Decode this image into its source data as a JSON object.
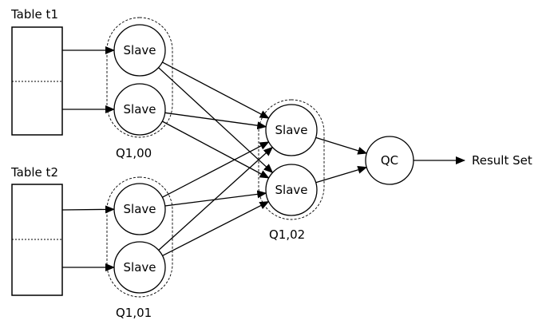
{
  "tables": [
    {
      "id": "t1",
      "label": "Table t1"
    },
    {
      "id": "t2",
      "label": "Table t2"
    }
  ],
  "groups": [
    {
      "id": "g00",
      "label": "Q1,00"
    },
    {
      "id": "g01",
      "label": "Q1,01"
    },
    {
      "id": "g02",
      "label": "Q1,02"
    }
  ],
  "nodes": [
    {
      "id": "s00a",
      "label": "Slave"
    },
    {
      "id": "s00b",
      "label": "Slave"
    },
    {
      "id": "s01a",
      "label": "Slave"
    },
    {
      "id": "s01b",
      "label": "Slave"
    },
    {
      "id": "s02a",
      "label": "Slave"
    },
    {
      "id": "s02b",
      "label": "Slave"
    },
    {
      "id": "qc",
      "label": "QC"
    }
  ],
  "output": {
    "label": "Result Set"
  },
  "edges": [
    [
      "t1a",
      "s00a"
    ],
    [
      "t1b",
      "s00b"
    ],
    [
      "t2a",
      "s01a"
    ],
    [
      "t2b",
      "s01b"
    ],
    [
      "s00a",
      "s02a"
    ],
    [
      "s00a",
      "s02b"
    ],
    [
      "s00b",
      "s02a"
    ],
    [
      "s00b",
      "s02b"
    ],
    [
      "s01a",
      "s02a"
    ],
    [
      "s01a",
      "s02b"
    ],
    [
      "s01b",
      "s02a"
    ],
    [
      "s01b",
      "s02b"
    ],
    [
      "s02a",
      "qc"
    ],
    [
      "s02b",
      "qc"
    ],
    [
      "qc",
      "out"
    ]
  ]
}
